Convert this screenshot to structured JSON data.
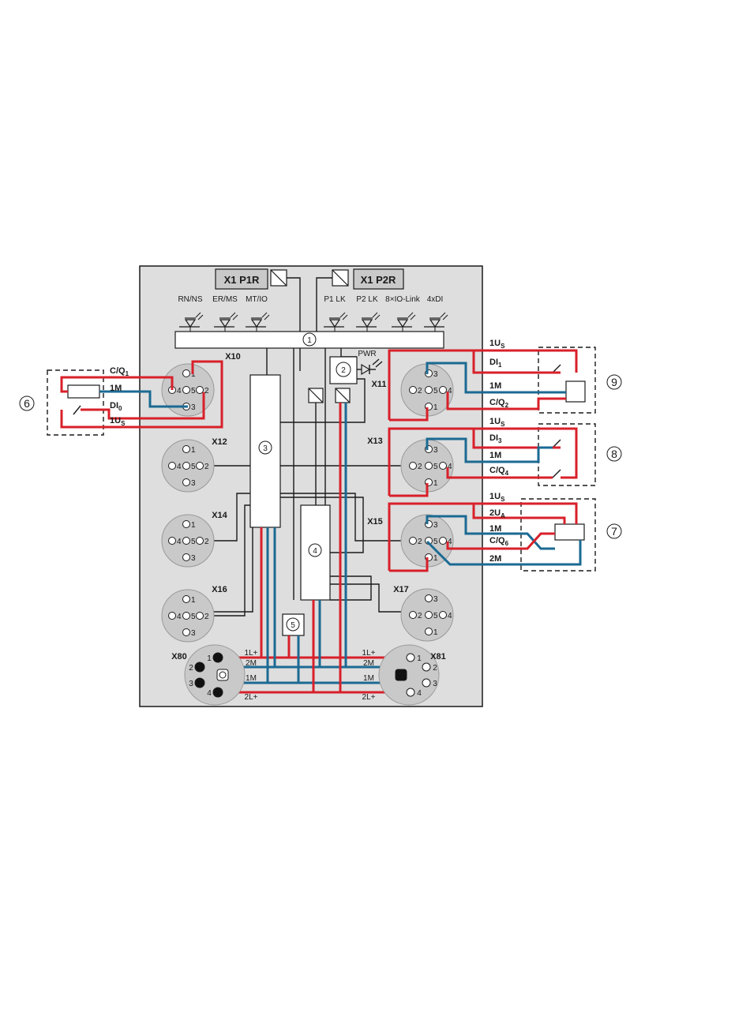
{
  "ports": {
    "x1p1r": "X1 P1R",
    "x1p2r": "X1 P2R"
  },
  "leds": [
    "RN/NS",
    "ER/MS",
    "MT/IO",
    "P1 LK",
    "P2 LK",
    "8×IO-Link",
    "4xDI"
  ],
  "pwr_label": "PWR",
  "callouts": [
    "1",
    "2",
    "3",
    "4",
    "5",
    "6",
    "7",
    "8",
    "9"
  ],
  "connectors": {
    "x10": "X10",
    "x11": "X11",
    "x12": "X12",
    "x13": "X13",
    "x14": "X14",
    "x15": "X15",
    "x16": "X16",
    "x17": "X17",
    "x80": "X80",
    "x81": "X81"
  },
  "pins": {
    "p1": "1",
    "p2": "2",
    "p3": "3",
    "p4": "4",
    "p5": "5"
  },
  "wires": {
    "cq1": "C/Q",
    "cq1_sub": "1",
    "one_m": "1M",
    "di0": "DI",
    "di0_sub": "0",
    "one_us": "1U",
    "us_sub": "S",
    "di1": "DI",
    "di1_sub": "1",
    "cq2": "C/Q",
    "cq2_sub": "2",
    "di3": "DI",
    "di3_sub": "3",
    "cq4": "C/Q",
    "cq4_sub": "4",
    "two_ua": "2U",
    "ua_sub": "A",
    "cq6": "C/Q",
    "cq6_sub": "6",
    "two_m": "2M",
    "one_lplus": "1L+",
    "two_lplus": "2L+"
  },
  "colors": {
    "red": "#d8202a",
    "blue": "#1b6a93",
    "module_bg": "#dedede",
    "connector_bg": "#c9c9c9"
  }
}
